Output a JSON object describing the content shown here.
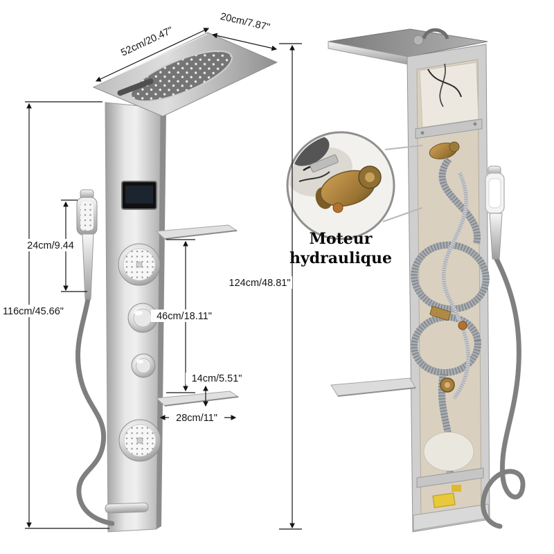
{
  "product": {
    "name": "shower-panel-dimension-diagram"
  },
  "front_view": {
    "dims": {
      "head_depth": "20cm/7.87\"",
      "head_width": "52cm/20.47\"",
      "hand_shower_height": "24cm/9.44",
      "panel_height": "116cm/45.66\"",
      "jet_spacing": "46cm/18.11\"",
      "knob_to_shelf": "14cm/5.51\"",
      "shelf_width": "28cm/11\""
    }
  },
  "rear_view": {
    "dims": {
      "panel_height": "124cm/48.81\""
    },
    "callout": {
      "line1": "Moteur",
      "line2": "hydraulique"
    }
  },
  "colors": {
    "background": "#ffffff",
    "dimension_line": "#141414",
    "panel_silver": "#d6d6d6",
    "chrome": "#c9c9c9",
    "brass_motor": "#9a7433",
    "hose_gray": "#a9aeb3",
    "callout_text": "#090909"
  }
}
